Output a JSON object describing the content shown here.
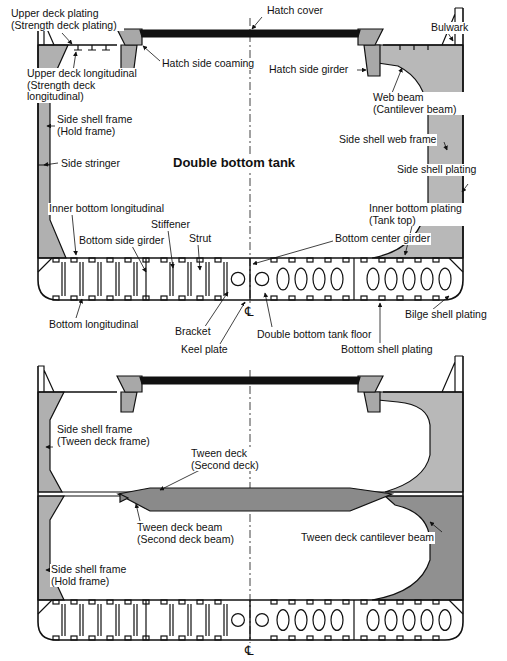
{
  "diagram": {
    "labels": [
      "Upper deck plating (Strength deck plating)",
      "Hatch cover",
      "Bulwark",
      "Hatch side coaming",
      "Hatch side girder",
      "Upper deck longitudinal (Strength deck longitudinal)",
      "Web beam (Cantilever beam)",
      "Side shell frame (Hold frame)",
      "Side shell web frame",
      "Side stringer",
      "Double bottom tank",
      "Side shell plating",
      "Inner bottom longitudinal",
      "Inner bottom plating (Tank top)",
      "Stiffener",
      "Bottom side girder",
      "Strut",
      "Bottom center girder",
      "Bottom longitudinal",
      "Bracket",
      "Keel plate",
      "Double bottom tank floor",
      "Bilge shell plating",
      "Bottom shell plating",
      "℄",
      "Side shell frame (Tween deck frame)",
      "Tween deck (Second deck)",
      "Tween deck beam (Second deck beam)",
      "Tween deck cantilever beam",
      "Side shell frame (Hold frame)",
      "℄"
    ]
  }
}
